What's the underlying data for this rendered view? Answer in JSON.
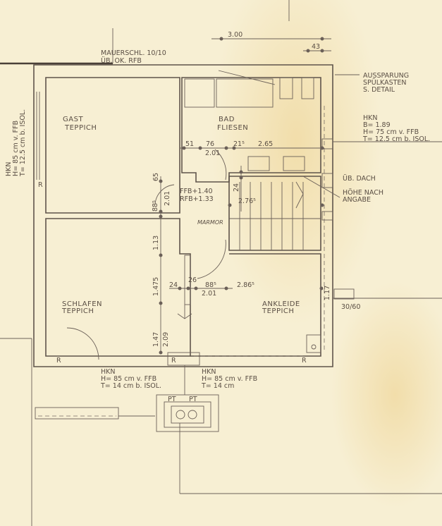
{
  "colors": {
    "paper": "#f7efd3",
    "ink": "#5f544b",
    "stain": "#f0d9a0"
  },
  "rooms": {
    "gast": [
      "GAST",
      "TEPPICH"
    ],
    "bad": [
      "BAD",
      "FLIESEN"
    ],
    "schlafen": [
      "SCHLAFEN",
      "TEPPICH"
    ],
    "ankleide": [
      "ANKLEIDE",
      "TEPPICH"
    ],
    "marmor": "MARMOR"
  },
  "notes": {
    "mauerschl": [
      "MAUERSCHL. 10/10",
      "ÜB. OK. RFB"
    ],
    "aussparung": [
      "AUSSPARUNG",
      "SPÜLKASTEN",
      "S. DETAIL"
    ],
    "hkn_right": [
      "HKN",
      "B= 1.89",
      "H= 75 cm v. FFB",
      "T= 12.5 cm  b. ISOL."
    ],
    "hkn_left": [
      "HKN",
      "H= 85 cm v. FFB",
      "T= 12.5 cm b. ISOL."
    ],
    "ub_dach": "ÜB. DACH",
    "hohe": [
      "HÖHE NACH",
      "ANGABE"
    ],
    "ffb": [
      "FFB+1.40",
      "RFB+1.33"
    ],
    "hkn_bottom_left": [
      "HKN",
      "H= 85 cm v. FFB",
      "T= 14 cm  b. ISOL."
    ],
    "hkn_bottom_right": [
      "HKN",
      "H= 85 cm v. FFB",
      "T= 14 cm"
    ],
    "niche": "30/60",
    "chimney": [
      "PT",
      "PT"
    ],
    "radiator_mark": "R"
  },
  "dimensions": {
    "top": "3.00",
    "top_small": "43",
    "d51": "51",
    "d76": "76",
    "d201a": "2.01",
    "d215": "21⁵",
    "d265": "2.65",
    "d24a": "24",
    "d2765": "2.76⁵",
    "d65": "65",
    "d885a": "88⁵",
    "d201b": "2.01",
    "d113": "1.13",
    "d1475": "1.475",
    "d147": "1.47",
    "d209": "2.09",
    "d24b": "24",
    "d26": "26",
    "d885b": "88⁵",
    "d201c": "2.01",
    "d2865": "2.86⁵",
    "d117": "1.17"
  }
}
